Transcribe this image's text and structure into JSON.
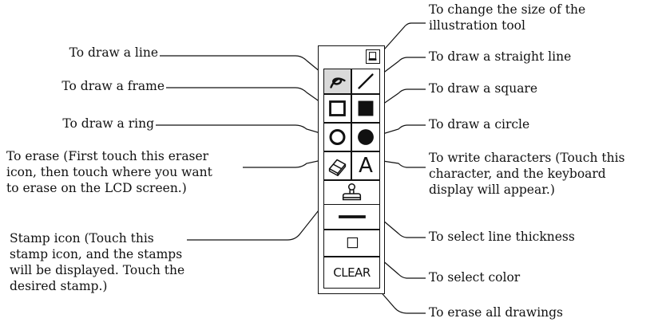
{
  "labels": {
    "size": [
      "To change the size of the",
      "illustration tool"
    ],
    "line": "To draw a line",
    "frame": "To draw a frame",
    "ring": "To draw a ring",
    "erase": [
      "To erase (First touch this eraser",
      "icon, then touch where you want",
      "to erase on the LCD screen.)"
    ],
    "stamp": [
      "Stamp icon (Touch this",
      "stamp icon, and the stamps",
      "will be displayed. Touch the",
      "desired stamp.)"
    ],
    "straight": "To draw a straight line",
    "square": "To draw a square",
    "circle": "To draw a circle",
    "characters": [
      "To write characters (Touch this",
      "character, and the keyboard",
      "display will appear.)"
    ],
    "thickness": "To select line thickness",
    "color": "To select color",
    "erase_all": "To erase all drawings"
  },
  "toolbar": {
    "char_glyph": "A",
    "clear_label": "CLEAR"
  },
  "icons": [
    "resize-icon",
    "freehand-line-icon",
    "straight-line-icon",
    "frame-icon",
    "filled-square-icon",
    "ring-icon",
    "filled-circle-icon",
    "eraser-icon",
    "character-icon",
    "stamp-icon",
    "line-thickness-icon",
    "color-swatch-icon"
  ],
  "colors": {
    "ink": "#111111",
    "selected_tool_bg": "#d9d9d9"
  }
}
